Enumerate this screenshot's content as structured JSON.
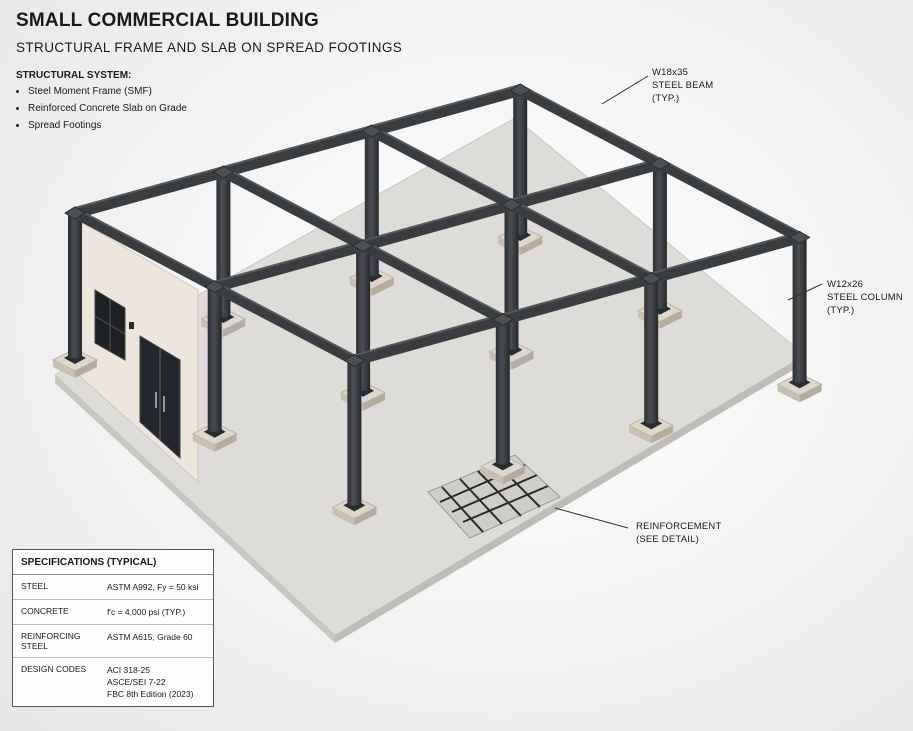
{
  "title": "SMALL COMMERCIAL BUILDING",
  "subtitle": "STRUCTURAL FRAME AND SLAB ON SPREAD FOOTINGS",
  "structural_system": {
    "heading": "STRUCTURAL SYSTEM:",
    "items": [
      "Steel Moment Frame (SMF)",
      "Reinforced Concrete Slab on Grade",
      "Spread Footings"
    ]
  },
  "callouts": {
    "beam": [
      "W18x35",
      "STEEL BEAM",
      "(TYP.)"
    ],
    "column": [
      "W12x26",
      "STEEL COLUMN",
      "(TYP.)"
    ],
    "reinforcement": [
      "REINFORCEMENT",
      "(SEE DETAIL)"
    ]
  },
  "specifications": {
    "heading": "SPECIFICATIONS (TYPICAL)",
    "rows": [
      {
        "label": "STEEL",
        "value": [
          "ASTM A992, Fy = 50 ksi"
        ]
      },
      {
        "label": "CONCRETE",
        "value": [
          "f'c = 4,000 psi (TYP.)"
        ]
      },
      {
        "label": "REINFORCING STEEL",
        "value": [
          "ASTM A615, Grade 60"
        ]
      },
      {
        "label": "DESIGN CODES",
        "value": [
          "ACI 318-25",
          "ASCE/SEI 7-22",
          "FBC 8th Edition (2023)"
        ]
      }
    ]
  },
  "colors": {
    "steel": "#3a3d40",
    "steel_top": "#55595c",
    "slab": "#dddcd8",
    "wall": "#ece6dd",
    "footing": "#dcd6cb"
  }
}
